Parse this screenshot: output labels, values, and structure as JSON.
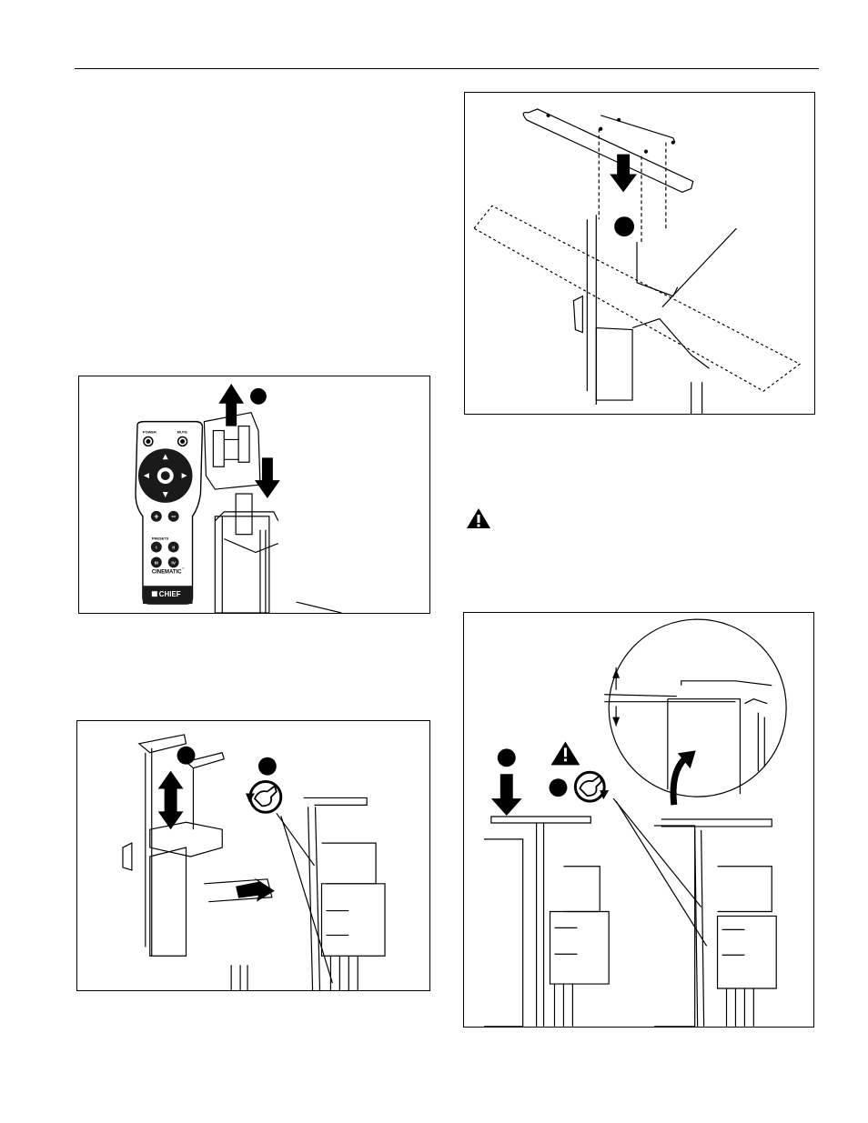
{
  "remote": {
    "brand": "CHIEF",
    "model": "CINEMATIC",
    "trademark": "™",
    "presets_label": "PRESETS",
    "top_left_label": "POWER",
    "top_right_label": "MUTE",
    "plus": "+",
    "minus": "−",
    "preset_1": "I",
    "preset_2": "II",
    "preset_3": "III",
    "preset_4": "IV"
  },
  "icons": {
    "warning": "warning-triangle-icon",
    "tool": "wrench-rotate-icon",
    "arrow_up": "arrow-up-icon",
    "arrow_down": "arrow-down-icon",
    "callout": "callout-circle-icon"
  },
  "colors": {
    "ink": "#000000",
    "paper": "#ffffff",
    "remote_body": "#ffffff",
    "button_fill": "#1a1a1a"
  }
}
